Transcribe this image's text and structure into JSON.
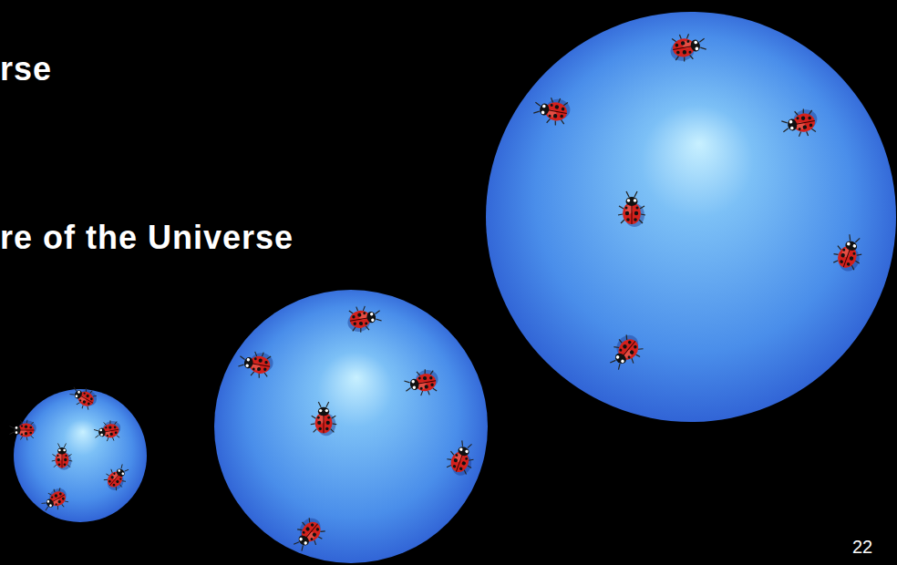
{
  "diagram": {
    "labels": [
      "rse",
      "re of the Universe",
      "22"
    ]
  }
}
